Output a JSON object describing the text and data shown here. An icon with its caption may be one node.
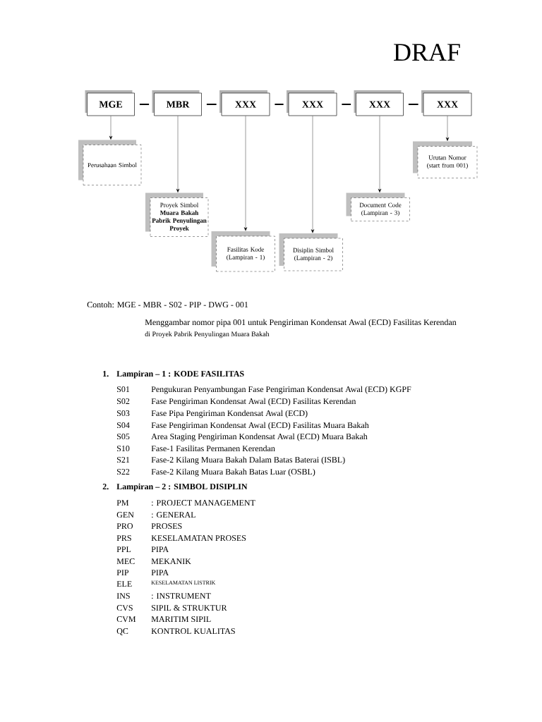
{
  "diagram": {
    "nodes": [
      {
        "text": [
          "MGE"
        ]
      },
      {
        "text": [
          "MBR"
        ]
      },
      {
        "text": [
          "XXX"
        ]
      },
      {
        "text": [
          "XXX"
        ]
      },
      {
        "text": [
          "XXX"
        ]
      },
      {
        "text": [
          "XXX"
        ]
      },
      {
        "text": [
          "Perusahaan Simbol"
        ]
      },
      {
        "text": [
          "Proyek Simbol **Muara Bakah Pabrik Penyulingan Proyek**"
        ]
      },
      {
        "text": [
          "Fasilitas Kode (Lampiran - 1)"
        ]
      },
      {
        "text": [
          "Disiplin Simbol (Lampiran - 2)"
        ]
      },
      {
        "text": [
          "Document Code (Lampiran - 3)"
        ]
      },
      {
        "text": [
          "Urutan Nomor (start from 001)"
        ]
      }
    ],
    "edges": [
      {
        "from": 0,
        "to": 1,
        "arrow": "none",
        "style": "thick"
      },
      {
        "from": 1,
        "to": 2,
        "arrow": "none",
        "style": "thick"
      },
      {
        "from": 2,
        "to": 3,
        "arrow": "none",
        "style": "thick"
      },
      {
        "from": 3,
        "to": 4,
        "arrow": "none",
        "style": "thick"
      },
      {
        "from": 4,
        "to": 5,
        "arrow": "none",
        "style": "thick"
      },
      {
        "from": 0,
        "to": 6,
        "arrow": "to"
      },
      {
        "from": 1,
        "to": 7,
        "arrow": "to"
      },
      {
        "from": 2,
        "to": 8,
        "arrow": "to"
      },
      {
        "from": 3,
        "to": 9,
        "arrow": "to"
      },
      {
        "from": 4,
        "to": 10,
        "arrow": "to"
      },
      {
        "from": 5,
        "to": 11,
        "arrow": "to"
      }
    ],
    "labels": [
      "DRAF",
      "Contoh: MGE - MBR - S02 - PIP - DWG - 001",
      "Menggambar nomor pipa 001 untuk Pengiriman Kondensat Awal (ECD) Fasilitas Kerendan",
      "di Proyek Pabrik Penyulingan Muara Bakah",
      "1.",
      "Lampiran – 1 : KODE FASILITAS",
      "S01",
      "Pengukuran Penyambungan Fase Pengiriman Kondensat Awal (ECD) KGPF",
      "S02",
      "Fase Pengiriman Kondensat Awal (ECD) Fasilitas Kerendan",
      "S03",
      "Fase Pipa Pengiriman Kondensat Awal (ECD)",
      "S04",
      "Fase Pengiriman Kondensat Awal (ECD) Fasilitas Muara Bakah",
      "S05",
      "Area Staging Pengiriman Kondensat Awal (ECD) Muara Bakah",
      "S10",
      "Fase-1 Fasilitas Permanen Kerendan",
      "S21",
      "Fase-2 Kilang Muara Bakah Dalam Batas Baterai (ISBL)",
      "S22",
      "Fase-2 Kilang Muara Bakah Batas Luar (OSBL)",
      "2.",
      "Lampiran – 2 : SIMBOL DISIPLIN",
      "PM",
      ": PROJECT MANAGEMENT",
      "GEN",
      ": GENERAL",
      "PRO",
      "PROSES",
      "PRS",
      "KESELAMATAN PROSES",
      "PPL",
      "PIPA",
      "MEC",
      "MEKANIK",
      "PIP",
      "PIPA",
      "ELE",
      "KESELAMATAN LISTRIK",
      "INS",
      ": INSTRUMENT",
      "CVS",
      "SIPIL & STRUKTUR",
      "CVM",
      "MARITIM SIPIL",
      "QC",
      "KONTROL KUALITAS"
    ]
  }
}
